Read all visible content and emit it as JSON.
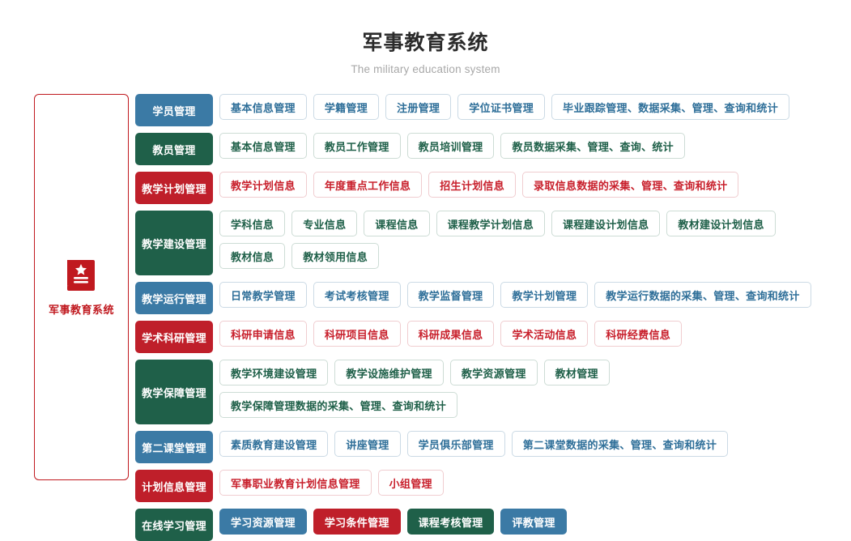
{
  "header": {
    "title": "军事教育系统",
    "subtitle": "The military education system"
  },
  "sidebar": {
    "icon": "book-star-icon",
    "label": "军事教育系统",
    "border_color": "#c0191f",
    "icon_color": "#c0191f"
  },
  "colors": {
    "blue": "#3b7aa5",
    "green": "#1f6049",
    "red": "#bf1f2a",
    "item_blue_text": "#2f6f99",
    "item_green_text": "#1f6049",
    "item_red_text": "#c8202c"
  },
  "rows": [
    {
      "category": "学员管理",
      "color": "blue",
      "items": [
        "基本信息管理",
        "学籍管理",
        "注册管理",
        "学位证书管理",
        "毕业跟踪管理、数据采集、管理、查询和统计"
      ]
    },
    {
      "category": "教员管理",
      "color": "green",
      "items": [
        "基本信息管理",
        "教员工作管理",
        "教员培训管理",
        "教员数据采集、管理、查询、统计"
      ]
    },
    {
      "category": "教学计划管理",
      "color": "red",
      "items": [
        "教学计划信息",
        "年度重点工作信息",
        "招生计划信息",
        "录取信息数据的采集、管理、查询和统计"
      ]
    },
    {
      "category": "教学建设管理",
      "color": "green",
      "items": [
        "学科信息",
        "专业信息",
        "课程信息",
        "课程教学计划信息",
        "课程建设计划信息",
        "教材建设计划信息",
        "教材信息",
        "教材领用信息"
      ]
    },
    {
      "category": "教学运行管理",
      "color": "blue",
      "items": [
        "日常教学管理",
        "考试考核管理",
        "教学监督管理",
        "教学计划管理",
        "教学运行数据的采集、管理、查询和统计"
      ]
    },
    {
      "category": "学术科研管理",
      "color": "red",
      "items": [
        "科研申请信息",
        "科研项目信息",
        "科研成果信息",
        "学术活动信息",
        "科研经费信息"
      ]
    },
    {
      "category": "教学保障管理",
      "color": "green",
      "items": [
        "教学环境建设管理",
        "教学设施维护管理",
        "教学资源管理",
        "教材管理",
        "教学保障管理数据的采集、管理、查询和统计"
      ]
    },
    {
      "category": "第二课堂管理",
      "color": "blue",
      "items": [
        "素质教育建设管理",
        "讲座管理",
        "学员俱乐部管理",
        "第二课堂数据的采集、管理、查询和统计"
      ]
    },
    {
      "category": "计划信息管理",
      "color": "red",
      "items": [
        "军事职业教育计划信息管理",
        "小组管理"
      ]
    },
    {
      "category": "在线学习管理",
      "color": "green",
      "filled_items": true,
      "items": [
        {
          "label": "学习资源管理",
          "color": "blue"
        },
        {
          "label": "学习条件管理",
          "color": "red"
        },
        {
          "label": "课程考核管理",
          "color": "green"
        },
        {
          "label": "评教管理",
          "color": "blue"
        }
      ]
    }
  ]
}
